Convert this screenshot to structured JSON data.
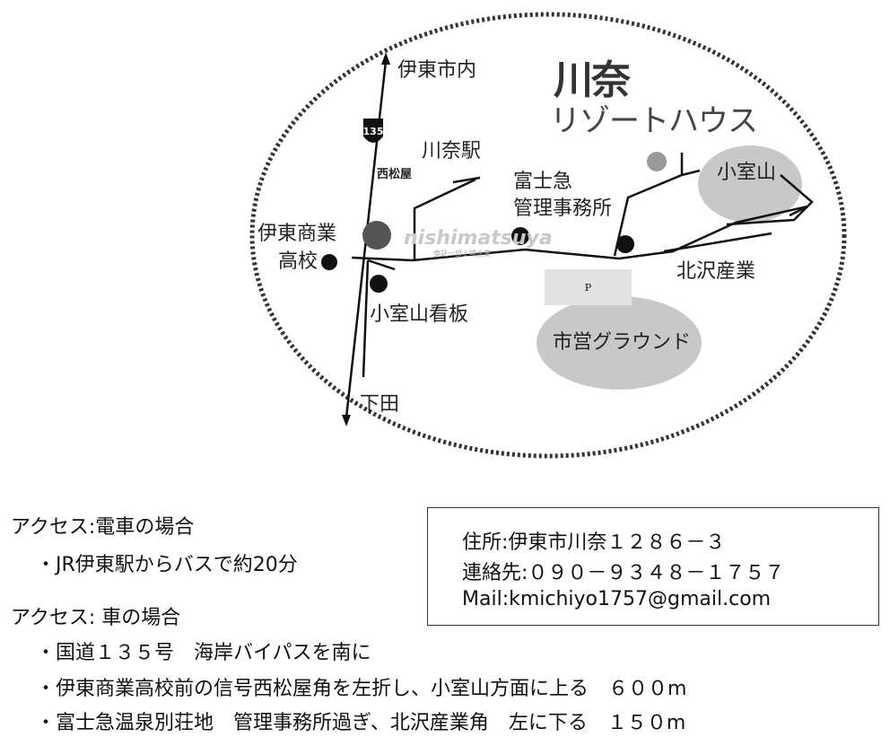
{
  "map": {
    "title": "川奈",
    "subtitle": "リゾートハウス",
    "labels": {
      "ito_city": "伊東市内",
      "route": "135",
      "nishimatsuya_corner": "西松屋",
      "kawana_station": "川奈駅",
      "fujikyu_1": "富士急",
      "fujikyu_2": "管理事務所",
      "komuroyama": "小室山",
      "ito_shogyo_1": "伊東商業",
      "ito_shogyo_2": "高校",
      "kitazawa": "北沢産業",
      "komuroyama_sign": "小室山看板",
      "ground": "市営グラウンド",
      "shimoda": "下田",
      "parking": "P"
    },
    "logo": {
      "name": "nishimatsuya",
      "tagline": "東証一部上場企業"
    }
  },
  "access_train": {
    "heading": "アクセス:電車の場合",
    "items": [
      "・JR伊東駅からバスで約20分"
    ]
  },
  "access_car": {
    "heading": "アクセス: 車の場合",
    "items": [
      "・国道１３５号　海岸バイパスを南に",
      "・伊東商業高校前の信号西松屋角を左折し、小室山方面に上る　６００m",
      "・富士急温泉別荘地　管理事務所過ぎ、北沢産業角　左に下る　１５０m"
    ]
  },
  "contact": {
    "address": "住所:伊東市川奈１２８６－３",
    "phone": "連絡先:０９０－９３４８－１７５７",
    "mail": "Mail:kmichiyo1757@gmail.com"
  }
}
